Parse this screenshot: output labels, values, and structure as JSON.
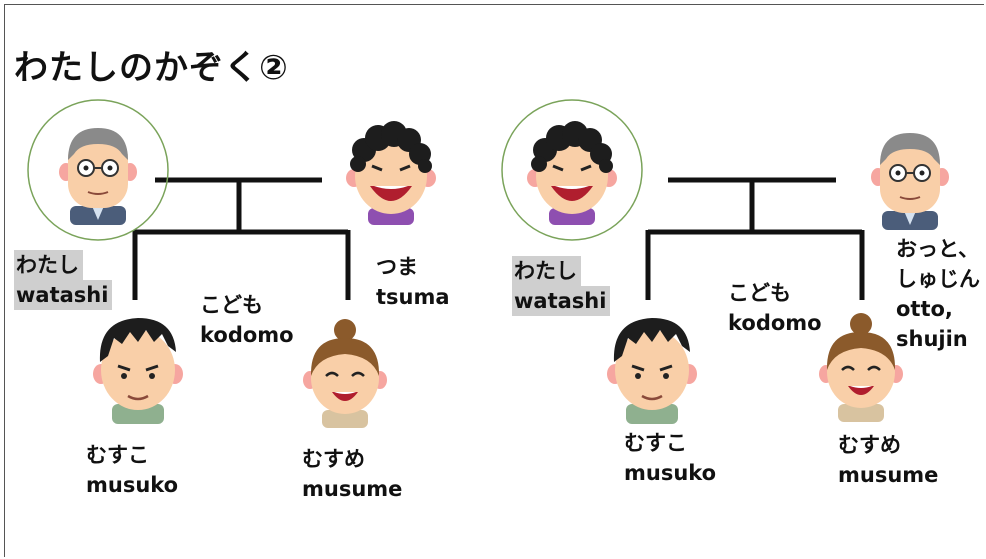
{
  "title": "わたしのかぞく②",
  "left": {
    "self_jp": "わたし",
    "self_romaji": "watashi",
    "spouse_jp": "つま",
    "spouse_romaji": "tsuma",
    "children_jp": "こども",
    "children_romaji": "kodomo",
    "son_jp": "むすこ",
    "son_romaji": "musuko",
    "daughter_jp": "むすめ",
    "daughter_romaji": "musume"
  },
  "right": {
    "self_jp": "わたし",
    "self_romaji": "watashi",
    "spouse_jp_1": "おっと、",
    "spouse_jp_2": "しゅじん",
    "spouse_romaji_1": "otto,",
    "spouse_romaji_2": "shujin",
    "children_jp": "こども",
    "children_romaji": "kodomo",
    "son_jp": "むすこ",
    "son_romaji": "musuko",
    "daughter_jp": "むすめ",
    "daughter_romaji": "musume"
  },
  "colors": {
    "line": "#111111",
    "circle": "#7aa35a",
    "highlight": "#cfcfcf",
    "skin": "#f9cfa8",
    "hair_dark": "#1d1d1d",
    "hair_grey": "#8a8a8a",
    "hair_brown": "#8b5a2b",
    "suit": "#4b5d7a",
    "shirt_green": "#8fb08f",
    "shirt_purple": "#8e4fb0"
  },
  "icons": [
    "grandfather-avatar",
    "mother-avatar",
    "son-avatar",
    "daughter-avatar"
  ]
}
